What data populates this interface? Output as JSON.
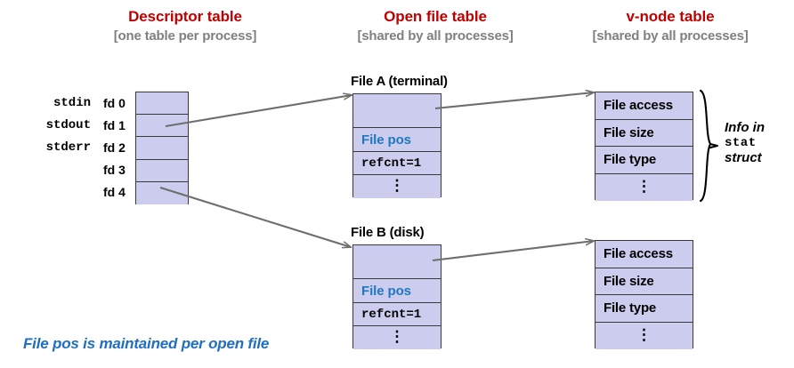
{
  "columns": [
    {
      "title": "Descriptor table",
      "subtitle": "[one table per process]"
    },
    {
      "title": "Open file table",
      "subtitle": "[shared by all processes]"
    },
    {
      "title": "v-node table",
      "subtitle": "[shared by all processes]"
    }
  ],
  "descriptor_table": {
    "rows": [
      {
        "std": "stdin",
        "fd": "fd 0",
        "value": ""
      },
      {
        "std": "stdout",
        "fd": "fd 1",
        "value": ""
      },
      {
        "std": "stderr",
        "fd": "fd 2",
        "value": ""
      },
      {
        "std": "",
        "fd": "fd 3",
        "value": ""
      },
      {
        "std": "",
        "fd": "fd 4",
        "value": ""
      }
    ]
  },
  "open_file_tables": [
    {
      "caption": "File A (terminal)",
      "rows": [
        {
          "text": "",
          "style": "empty"
        },
        {
          "text": "File pos",
          "style": "blue"
        },
        {
          "text": "refcnt=1",
          "style": "mono"
        },
        {
          "text": "⋮",
          "style": "dots"
        }
      ]
    },
    {
      "caption": "File B (disk)",
      "rows": [
        {
          "text": "",
          "style": "empty"
        },
        {
          "text": "File pos",
          "style": "blue"
        },
        {
          "text": "refcnt=1",
          "style": "mono"
        },
        {
          "text": "⋮",
          "style": "dots"
        }
      ]
    }
  ],
  "vnode_tables": [
    {
      "rows": [
        {
          "text": "File access",
          "style": "bold"
        },
        {
          "text": "File size",
          "style": "bold"
        },
        {
          "text": "File type",
          "style": "bold"
        },
        {
          "text": "⋮",
          "style": "dots"
        }
      ]
    },
    {
      "rows": [
        {
          "text": "File access",
          "style": "bold"
        },
        {
          "text": "File size",
          "style": "bold"
        },
        {
          "text": "File type",
          "style": "bold"
        },
        {
          "text": "⋮",
          "style": "dots"
        }
      ]
    }
  ],
  "stat_annotation": {
    "line1": "Info in",
    "line2": "stat",
    "line3": "struct"
  },
  "footer_note": "File pos is maintained per open file",
  "colors": {
    "title_red": "#c00000",
    "subtitle_gray": "#808080",
    "cell_fill": "#ccccee",
    "cell_border": "#3a3a3a",
    "accent_blue": "#1f78c1",
    "footer_blue": "#1f6fc0",
    "arrow_gray": "#6e6e6e"
  }
}
